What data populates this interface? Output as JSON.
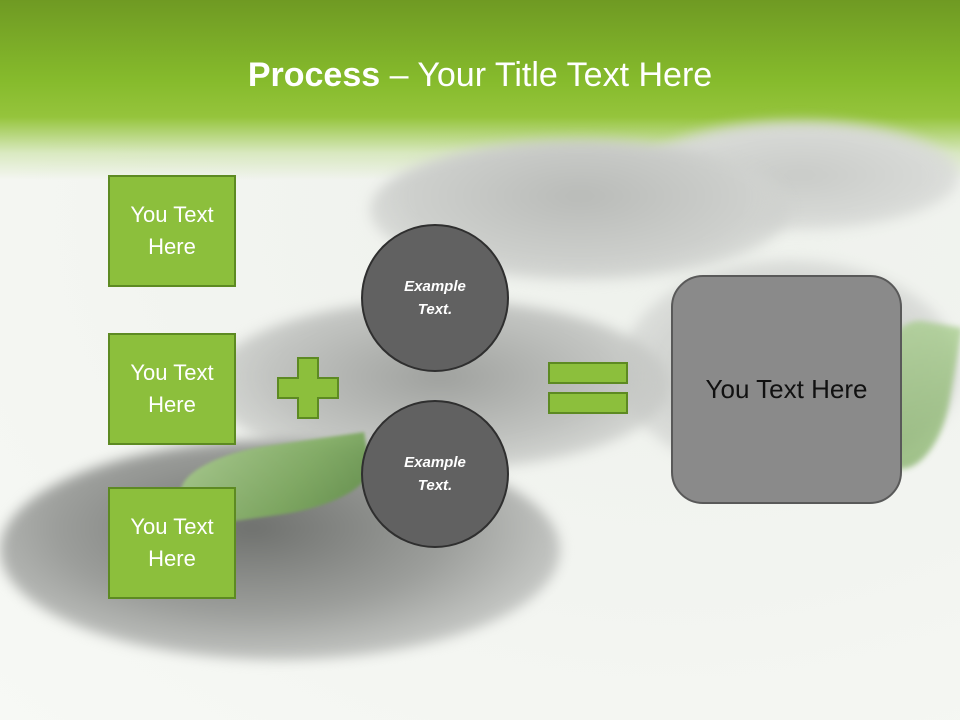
{
  "title": {
    "bold": "Process",
    "rest": " – Your Title Text Here"
  },
  "inputs": [
    {
      "label": "You Text Here"
    },
    {
      "label": "You Text Here"
    },
    {
      "label": "You Text Here"
    }
  ],
  "circles": [
    {
      "label": "Example Text."
    },
    {
      "label": "Example Text."
    }
  ],
  "result": {
    "label": "You Text Here"
  },
  "colors": {
    "accent_green": "#8cbf3c",
    "green_border": "#5d8a22",
    "circle_fill": "#616161",
    "result_fill": "#8a8a8a"
  },
  "icons": {
    "operator_1": "plus-icon",
    "operator_2": "equals-icon"
  }
}
